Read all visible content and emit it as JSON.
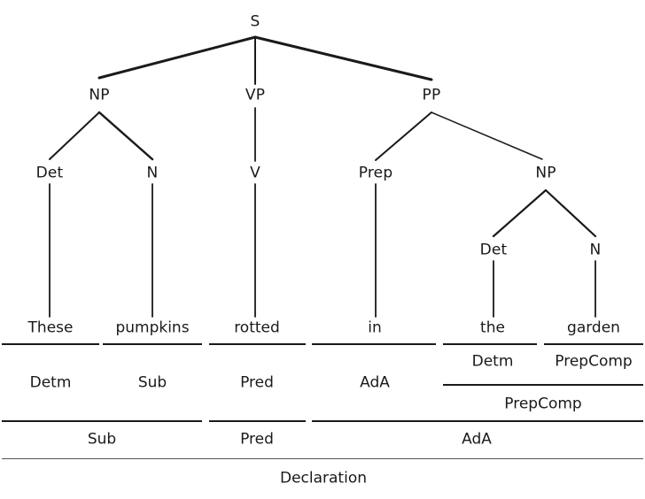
{
  "diagram": {
    "title": "Declaration",
    "sentence": "These pumpkins rotted in the garden",
    "line_color": "#1a1a1a"
  },
  "tree": {
    "root": {
      "label": "S"
    },
    "level1": [
      {
        "label": "NP"
      },
      {
        "label": "VP"
      },
      {
        "label": "PP"
      }
    ],
    "level2": [
      {
        "label": "Det"
      },
      {
        "label": "N"
      },
      {
        "label": "V"
      },
      {
        "label": "Prep"
      },
      {
        "label": "NP"
      }
    ],
    "level3": [
      {
        "label": "Det"
      },
      {
        "label": "N"
      }
    ]
  },
  "words": [
    {
      "text": "These"
    },
    {
      "text": "pumpkins"
    },
    {
      "text": "rotted"
    },
    {
      "text": "in"
    },
    {
      "text": "the"
    },
    {
      "text": "garden"
    }
  ],
  "functions": {
    "row1": [
      {
        "label": "Detm"
      },
      {
        "label": "Sub"
      },
      {
        "label": "Pred"
      },
      {
        "label": "AdA"
      }
    ],
    "row1_nested": [
      {
        "label": "Detm"
      },
      {
        "label": "PrepComp"
      }
    ],
    "row1_nested_merge": {
      "label": "PrepComp"
    },
    "row2": [
      {
        "label": "Sub"
      },
      {
        "label": "Pred"
      },
      {
        "label": "AdA"
      }
    ],
    "row3": {
      "label": "Declaration"
    }
  }
}
